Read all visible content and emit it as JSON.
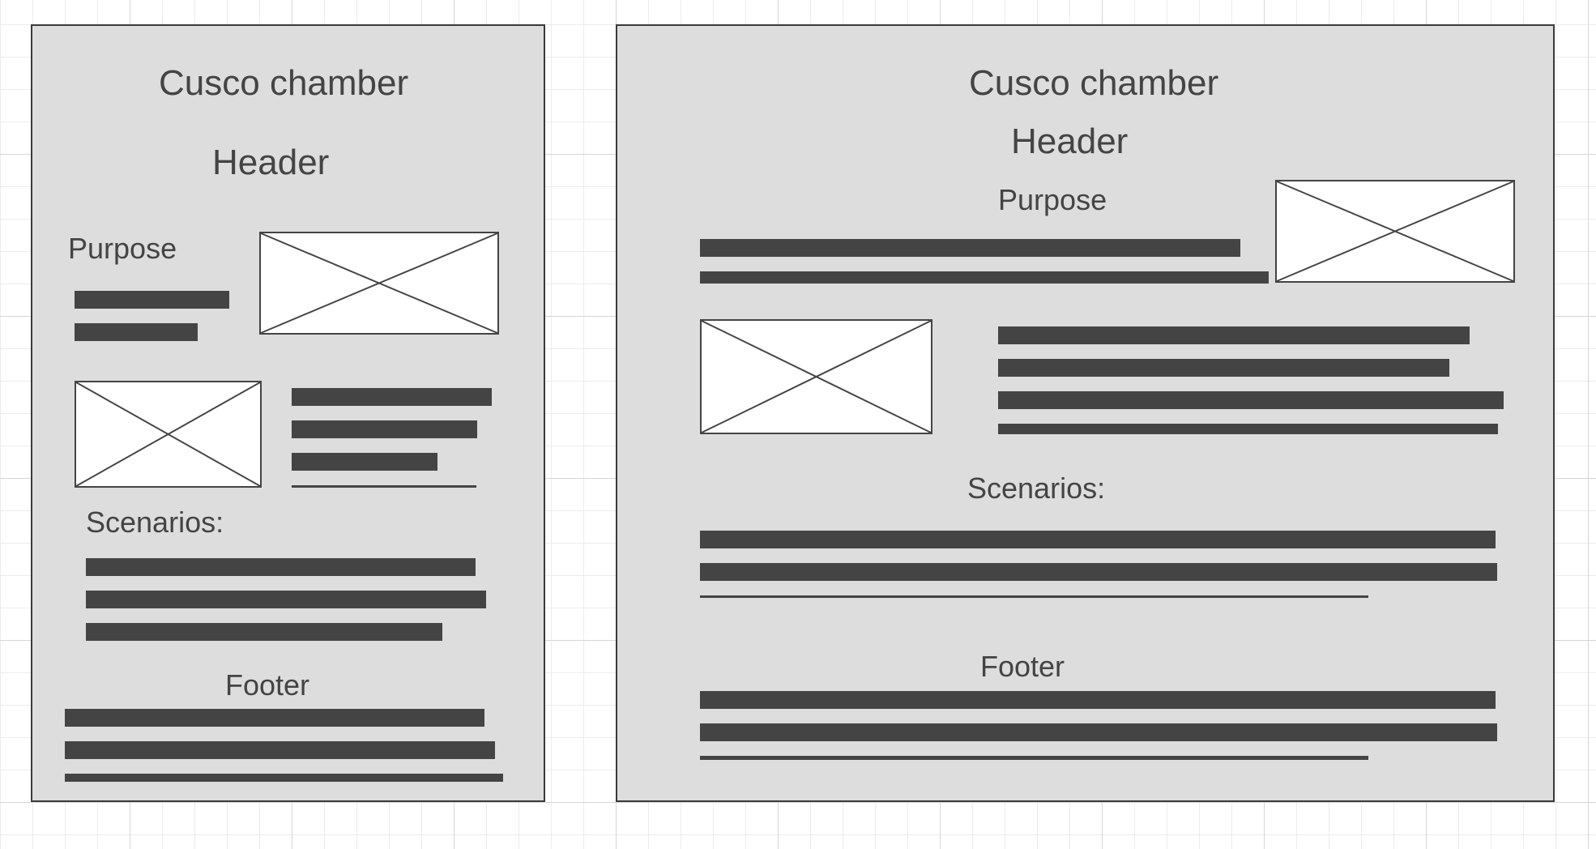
{
  "colors": {
    "panel_fill": "#dddddd",
    "panel_border": "#3a3a3a",
    "text": "#444444",
    "text_bar": "#444444",
    "image_fill": "#ffffff",
    "grid_major": "#d6d6d6",
    "grid_minor": "#ececec"
  },
  "icons": {
    "image_placeholder": "image-placeholder-icon"
  },
  "mobile_wireframe": {
    "title": "Cusco chamber",
    "header": "Header",
    "purpose": "Purpose",
    "scenarios": "Scenarios:",
    "footer": "Footer"
  },
  "desktop_wireframe": {
    "title": "Cusco chamber",
    "header": "Header",
    "purpose": "Purpose",
    "scenarios": "Scenarios:",
    "footer": "Footer"
  }
}
